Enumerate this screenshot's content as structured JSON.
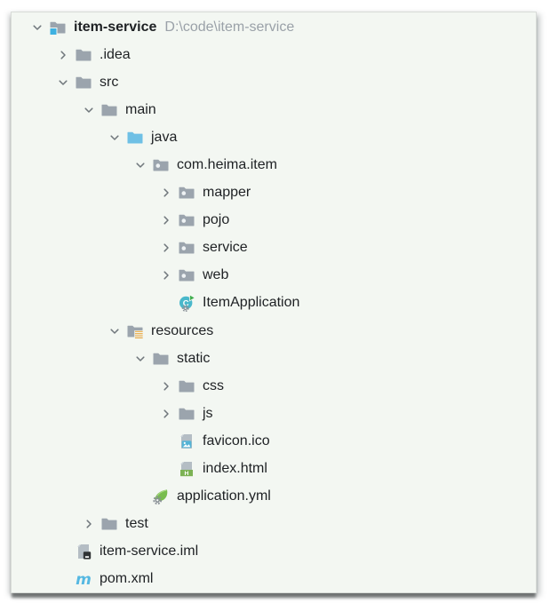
{
  "window": {
    "background": "#ffffff",
    "panel_background": "#f3f7f2"
  },
  "colors": {
    "folder_gray": "#9ba4ad",
    "source_root_blue": "#6fc0e5",
    "project_badge_blue": "#3eb1e1",
    "resources_orange": "#e9a63c",
    "spring_green": "#78bd4e",
    "html_badge_green": "#7cb254",
    "image_badge_blue": "#54b4d6",
    "class_circle_teal": "#49b8cb",
    "run_arrow_green": "#3fae4e",
    "maven_blue": "#55b8e2",
    "text": "#1e2124",
    "path_text": "#9aa1a8",
    "chevron": "#70777c"
  },
  "tree": {
    "root_path": "D:\\code\\item-service",
    "items": [
      {
        "label": "item-service",
        "level": 0,
        "chevron": "down",
        "icon": "project-folder",
        "bold": true,
        "suffix": "D:\\code\\item-service"
      },
      {
        "label": ".idea",
        "level": 1,
        "chevron": "right",
        "icon": "folder"
      },
      {
        "label": "src",
        "level": 1,
        "chevron": "down",
        "icon": "folder"
      },
      {
        "label": "main",
        "level": 2,
        "chevron": "down",
        "icon": "folder"
      },
      {
        "label": "java",
        "level": 3,
        "chevron": "down",
        "icon": "source-root-folder"
      },
      {
        "label": "com.heima.item",
        "level": 4,
        "chevron": "down",
        "icon": "package"
      },
      {
        "label": "mapper",
        "level": 5,
        "chevron": "right",
        "icon": "package"
      },
      {
        "label": "pojo",
        "level": 5,
        "chevron": "right",
        "icon": "package"
      },
      {
        "label": "service",
        "level": 5,
        "chevron": "right",
        "icon": "package"
      },
      {
        "label": "web",
        "level": 5,
        "chevron": "right",
        "icon": "package"
      },
      {
        "label": "ItemApplication",
        "level": 5,
        "chevron": "none",
        "icon": "runnable-class"
      },
      {
        "label": "resources",
        "level": 3,
        "chevron": "down",
        "icon": "resources-root-folder"
      },
      {
        "label": "static",
        "level": 4,
        "chevron": "down",
        "icon": "folder"
      },
      {
        "label": "css",
        "level": 5,
        "chevron": "right",
        "icon": "folder"
      },
      {
        "label": "js",
        "level": 5,
        "chevron": "right",
        "icon": "folder"
      },
      {
        "label": "favicon.ico",
        "level": 5,
        "chevron": "none",
        "icon": "image-file"
      },
      {
        "label": "index.html",
        "level": 5,
        "chevron": "none",
        "icon": "html-file"
      },
      {
        "label": "application.yml",
        "level": 4,
        "chevron": "none",
        "icon": "spring-config-file"
      },
      {
        "label": "test",
        "level": 2,
        "chevron": "right",
        "icon": "folder"
      },
      {
        "label": "item-service.iml",
        "level": 1,
        "chevron": "none",
        "icon": "iml-file"
      },
      {
        "label": "pom.xml",
        "level": 1,
        "chevron": "none",
        "icon": "maven-file"
      }
    ]
  }
}
